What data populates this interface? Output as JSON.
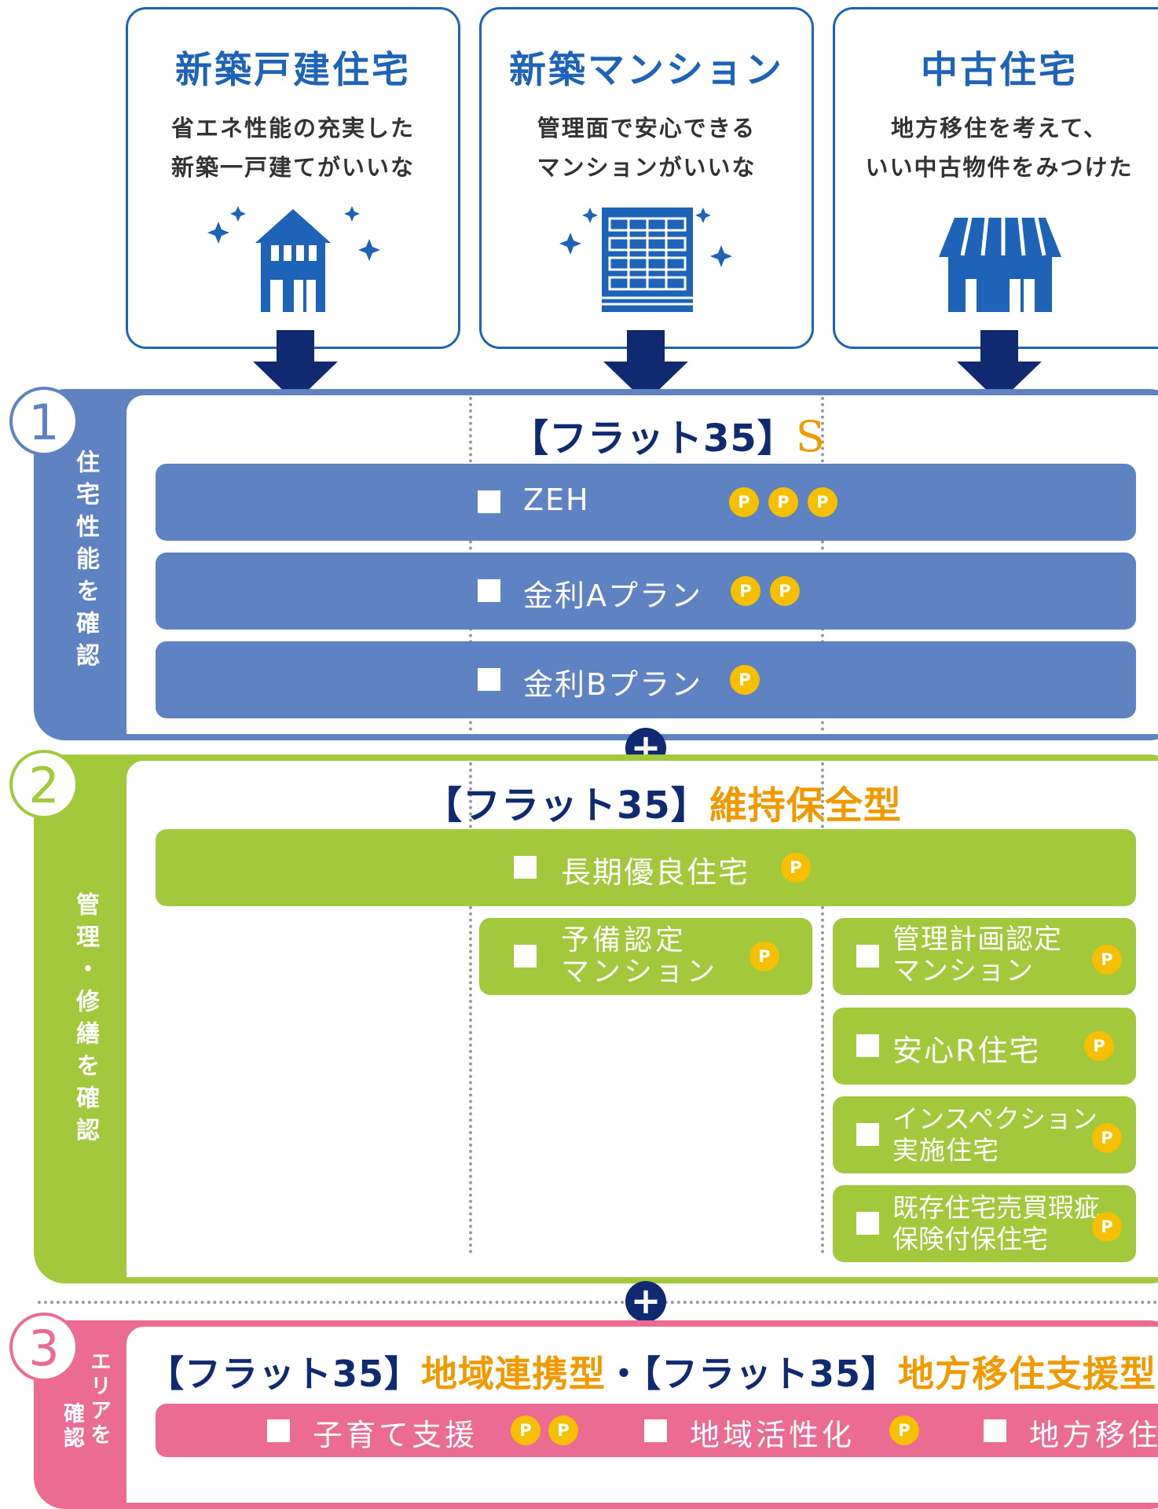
{
  "cards": [
    {
      "title": "新築戸建住宅",
      "line1": "省エネ性能の充実した",
      "line2": "新築一戸建てがいいな",
      "icon": "house-icon"
    },
    {
      "title": "新築マンション",
      "line1": "管理面で安心できる",
      "line2": "マンションがいいな",
      "icon": "apartment-icon"
    },
    {
      "title": "中古住宅",
      "line1": "地方移住を考えて、",
      "line2": "いい中古物件をみつけた",
      "icon": "shop-house-icon"
    }
  ],
  "section1": {
    "number": "1",
    "label": "住宅性能を確認",
    "heading_a": "【フラット35】",
    "heading_b": "S",
    "items": [
      {
        "label": "ZEH",
        "points": 3
      },
      {
        "label": "金利Aプラン",
        "points": 2
      },
      {
        "label": "金利Bプラン",
        "points": 1
      }
    ]
  },
  "section2": {
    "number": "2",
    "label": "管理・修繕を確認",
    "heading_a": "【フラット35】",
    "heading_b": "維持保全型",
    "items": [
      {
        "label": "長期優良住宅",
        "points": 1
      },
      {
        "line1": "予備認定",
        "line2": "マンション",
        "points": 1
      },
      {
        "line1": "管理計画認定",
        "line2": "マンション",
        "points": 1
      },
      {
        "label": "安心R住宅",
        "points": 1
      },
      {
        "line1": "インスペクション",
        "line2": "実施住宅",
        "points": 1
      },
      {
        "line1": "既存住宅売買瑕疵",
        "line2": "保険付保住宅",
        "points": 1
      }
    ]
  },
  "section3": {
    "number": "3",
    "label_col1": "エリアを",
    "label_col2": "確認",
    "heading_a": "【フラット35】",
    "heading_b": "地域連携型",
    "heading_sep": "・",
    "heading_c": "【フラット35】",
    "heading_d": "地方移住支援型",
    "items": [
      {
        "label": "子育て支援",
        "points": 2
      },
      {
        "label": "地域活性化",
        "points": 1
      },
      {
        "label": "地方移住"
      }
    ]
  },
  "point_label": "P",
  "plus_label": "+",
  "colors": {
    "blue": "#1d64b8",
    "navy": "#102a72",
    "section1": "#5f82c2",
    "section2": "#a2c83c",
    "section3": "#eb6b93",
    "orange": "#f09a00",
    "point": "#f6c000"
  }
}
